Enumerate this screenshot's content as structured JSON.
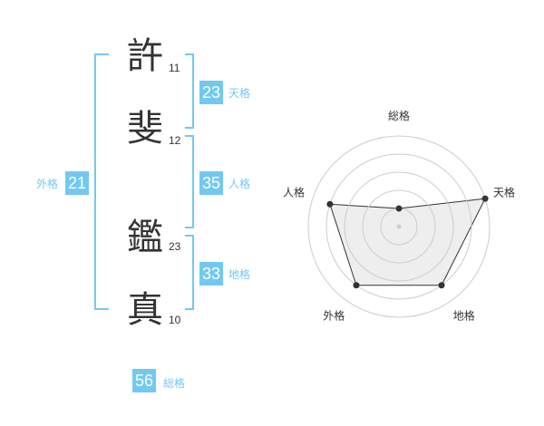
{
  "name_chars": [
    {
      "char": "許",
      "strokes": "11"
    },
    {
      "char": "斐",
      "strokes": "12"
    },
    {
      "char": "鑑",
      "strokes": "23"
    },
    {
      "char": "真",
      "strokes": "10"
    }
  ],
  "kakusu": {
    "tenkaku": {
      "value": "23",
      "label": "天格"
    },
    "jinkaku": {
      "value": "35",
      "label": "人格"
    },
    "chikaku": {
      "value": "33",
      "label": "地格"
    },
    "gaikaku": {
      "value": "21",
      "label": "外格"
    },
    "soukaku": {
      "value": "56",
      "label": "総格"
    }
  },
  "colors": {
    "accent": "#73c8f3",
    "text": "#333333",
    "fill": "#eeeeee",
    "grid": "#cccccc"
  },
  "chart_data": {
    "type": "radar",
    "axes": [
      "総格",
      "天格",
      "地格",
      "外格",
      "人格"
    ],
    "values": [
      1,
      5,
      4,
      4,
      4
    ],
    "max": 5,
    "grid_rings": 5
  }
}
